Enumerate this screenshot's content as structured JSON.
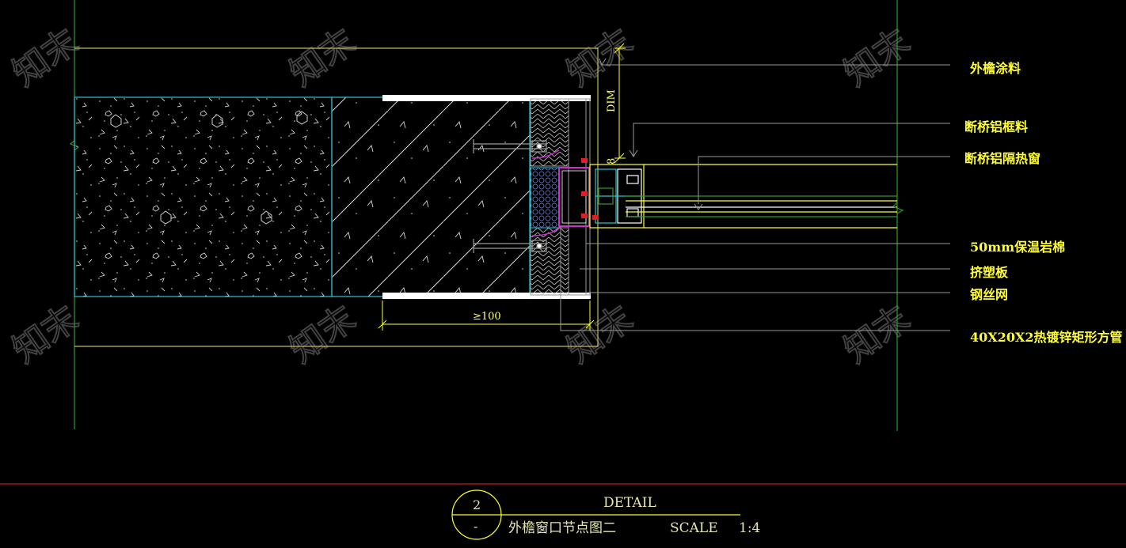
{
  "drawing": {
    "background": "#000000",
    "colors": {
      "outline": "#c8b86a",
      "cyan": "#27c6d8",
      "green": "#2f9a2f",
      "yellow": "#ffff33",
      "white": "#ffffff",
      "magenta": "#d02cd0",
      "red": "#e02020",
      "grey": "#9a9a9a",
      "border_red": "#c81818"
    },
    "dimension_top": "DIM",
    "dimension_small": "8",
    "dimension_bottom": "≥100",
    "watermark_text": "知末"
  },
  "callouts": [
    {
      "text": "外檐涂料"
    },
    {
      "text": "断桥铝框料"
    },
    {
      "text": "断桥铝隔热窗"
    },
    {
      "text": "50mm保温岩棉"
    },
    {
      "text": "挤塑板"
    },
    {
      "text": "钢丝网"
    },
    {
      "text": "40X20X2热镀锌矩形方管"
    }
  ],
  "title_block": {
    "detail_number": "2",
    "sheet_ref": "-",
    "heading": "DETAIL",
    "name": "外檐窗口节点图二",
    "scale_label": "SCALE",
    "scale_value": "1:4"
  }
}
